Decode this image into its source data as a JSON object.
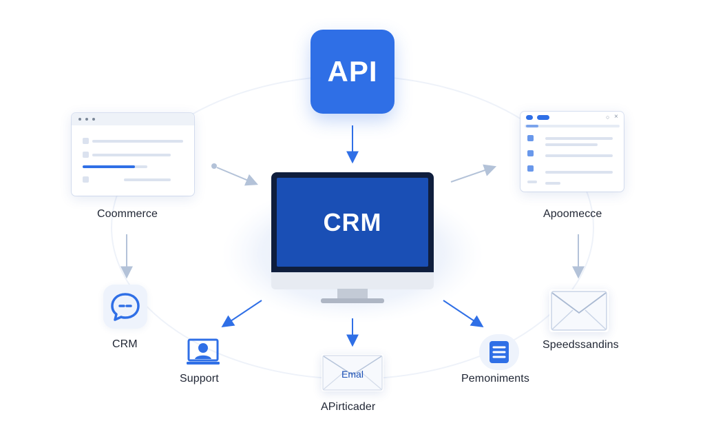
{
  "hub": {
    "label": "CRM"
  },
  "api": {
    "label": "API"
  },
  "nodes": {
    "top_left": "Coommerce",
    "top_right": "Apoomecce",
    "left": "CRM",
    "right": "Speedssandins",
    "bottom_left": "Support",
    "bottom_center": "APirticader",
    "bottom_right": "Pemoniments"
  },
  "email_card": {
    "label": "Emal"
  },
  "colors": {
    "primary": "#2f6fe6",
    "hub_screen": "#1a4fb5",
    "arrow_blue": "#2f6fe6",
    "arrow_light": "#b3c2d8",
    "text": "#1f2533"
  },
  "icons": {
    "api": "api-tile",
    "hub": "monitor-icon",
    "left": "chat-bubble-icon",
    "right": "envelope-icon",
    "bottom_left": "laptop-user-icon",
    "bottom_center": "envelope-icon",
    "bottom_right": "document-list-icon"
  }
}
